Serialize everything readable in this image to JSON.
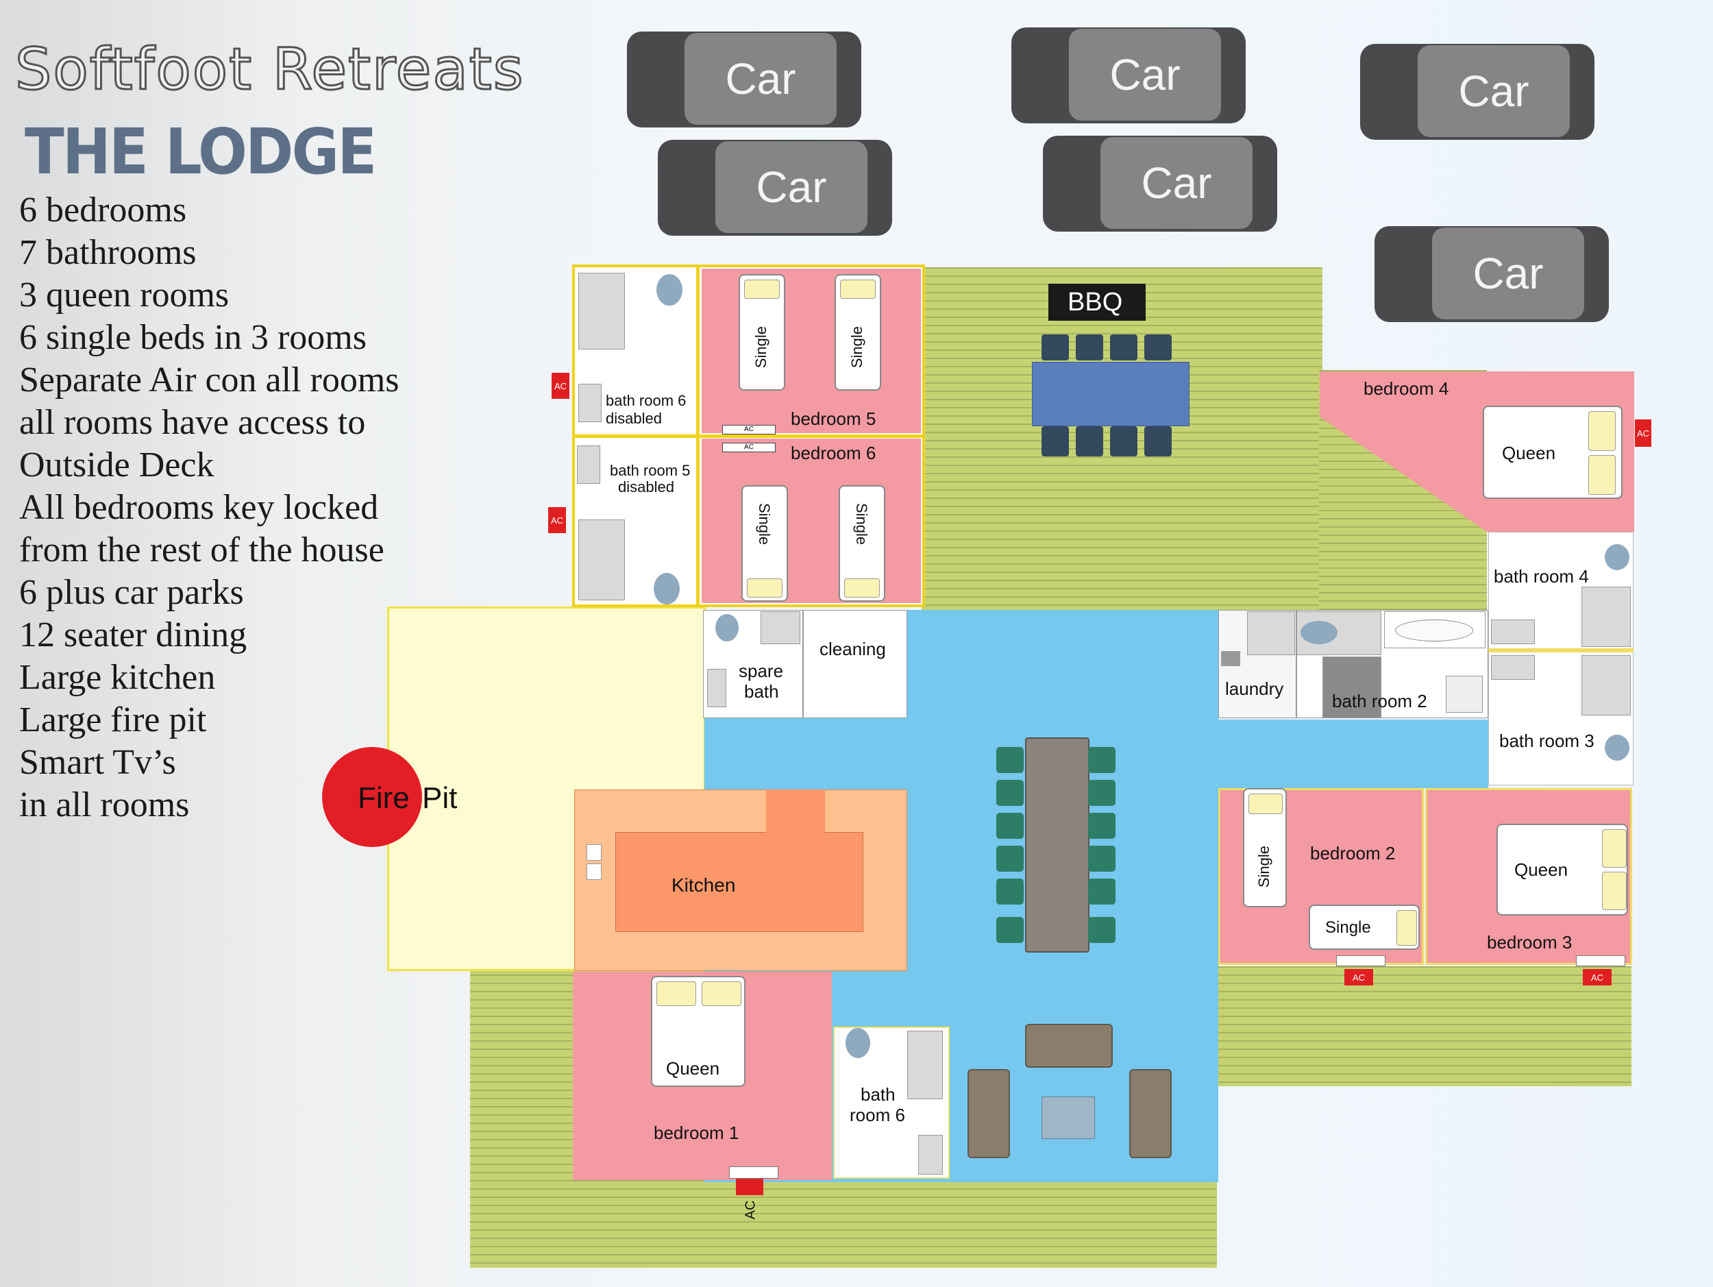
{
  "header": {
    "brand": "Softfoot Retreats",
    "subtitle": "THE LODGE"
  },
  "features": [
    "6 bedrooms",
    "7 bathrooms",
    "3 queen rooms",
    "6 single beds in 3 rooms",
    "Separate Air con all rooms",
    "all rooms have access to",
    "Outside Deck",
    "All bedrooms key locked",
    "from the rest of the house",
    "6 plus car parks",
    "12 seater dining",
    "Large kitchen",
    "Large fire pit",
    "Smart Tv’s",
    "in all rooms"
  ],
  "parking": {
    "car_label": "Car"
  },
  "rooms": {
    "bbq": "BBQ",
    "bedroom1": "bedroom 1",
    "bedroom2": "bedroom 2",
    "bedroom3": "bedroom 3",
    "bedroom4": "bedroom 4",
    "bedroom5": "bedroom 5",
    "bedroom6": "bedroom 6",
    "bath6_disabled_1": "bath room 6",
    "bath6_disabled_2": "disabled",
    "bath5_disabled_1": "bath room 5",
    "bath5_disabled_2": "disabled",
    "bath2": "bath room 2",
    "bath3": "bath room 3",
    "bath4": "bath room 4",
    "bath_room6_1": "bath",
    "bath_room6_2": "room 6",
    "spare_bath_1": "spare",
    "spare_bath_2": "bath",
    "cleaning": "cleaning",
    "laundry": "laundry",
    "kitchen": "Kitchen",
    "fire_pit_1": "Fire",
    "fire_pit_2": "Pit"
  },
  "beds": {
    "queen": "Queen",
    "single": "Single"
  },
  "ac_label": "AC",
  "colors": {
    "deck": "#c6d373",
    "bedroom": "#f39aa2",
    "living": "#76c8ef",
    "kitchen": "#ffc090",
    "fire_pit": "#e41e26",
    "entry": "#fdfbd0"
  }
}
